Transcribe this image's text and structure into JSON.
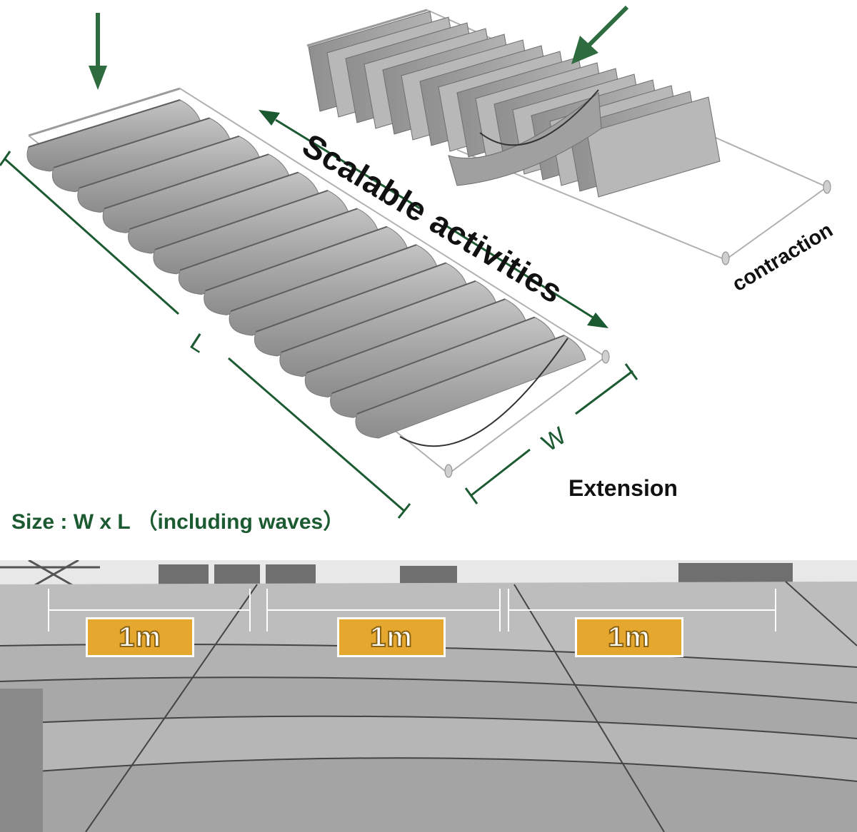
{
  "diagram": {
    "headline": "Scalable activities",
    "contracted_caption": "contraction",
    "extended_caption": "Extension",
    "size_caption": "Size : W x L （including waves）",
    "length_symbol": "L",
    "width_symbol": "W"
  },
  "photo": {
    "segments": [
      {
        "label": "1m"
      },
      {
        "label": "1m"
      },
      {
        "label": "1m"
      }
    ]
  },
  "colors": {
    "dimension_green": "#1c5a32",
    "arrow_green": "#2e6b3e",
    "badge_orange": "#e6a72f",
    "fabric_gray": "#a9a9a9"
  },
  "icons": [
    "arrow-down-icon",
    "arrow-down-left-icon",
    "double-arrow-icon"
  ]
}
